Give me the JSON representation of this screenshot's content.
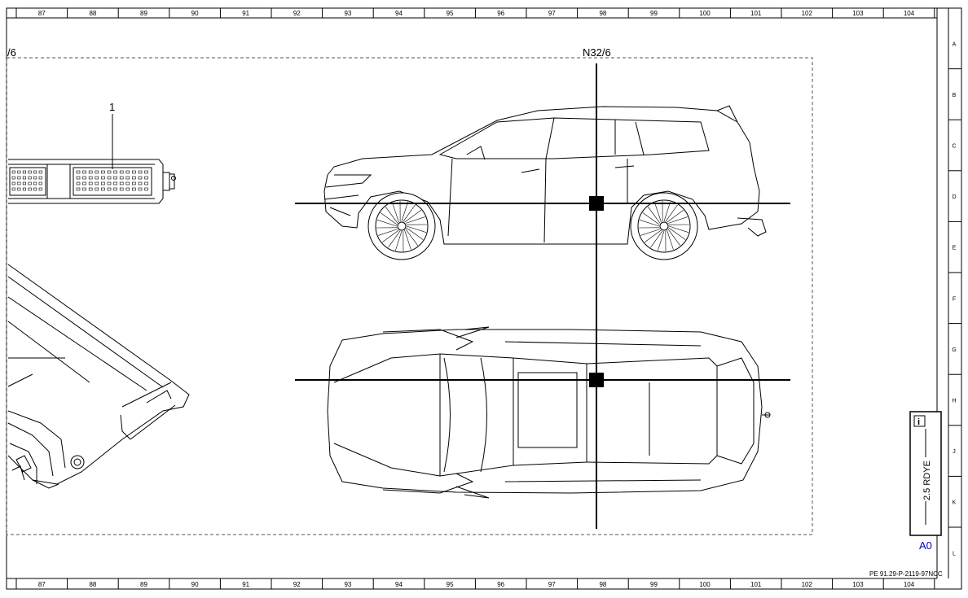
{
  "grid": {
    "columns": [
      "87",
      "88",
      "89",
      "90",
      "91",
      "92",
      "93",
      "94",
      "95",
      "96",
      "97",
      "98",
      "99",
      "100",
      "101",
      "102",
      "103",
      "104"
    ],
    "rows": [
      "A",
      "B",
      "C",
      "D",
      "E",
      "F",
      "G",
      "H",
      "J",
      "K",
      "L"
    ]
  },
  "drawing": {
    "component_label": "N32/6",
    "partial_label_left": "/6",
    "connector_callout": "1",
    "marker_color": "#000000"
  },
  "legend": {
    "info_icon": "info-icon",
    "wire_label": "2.5 RDYE",
    "location_code": "A0",
    "location_code_color": "#0000cc"
  },
  "footer": {
    "document_code": "PE 91.29-P-2119-97NCC"
  }
}
